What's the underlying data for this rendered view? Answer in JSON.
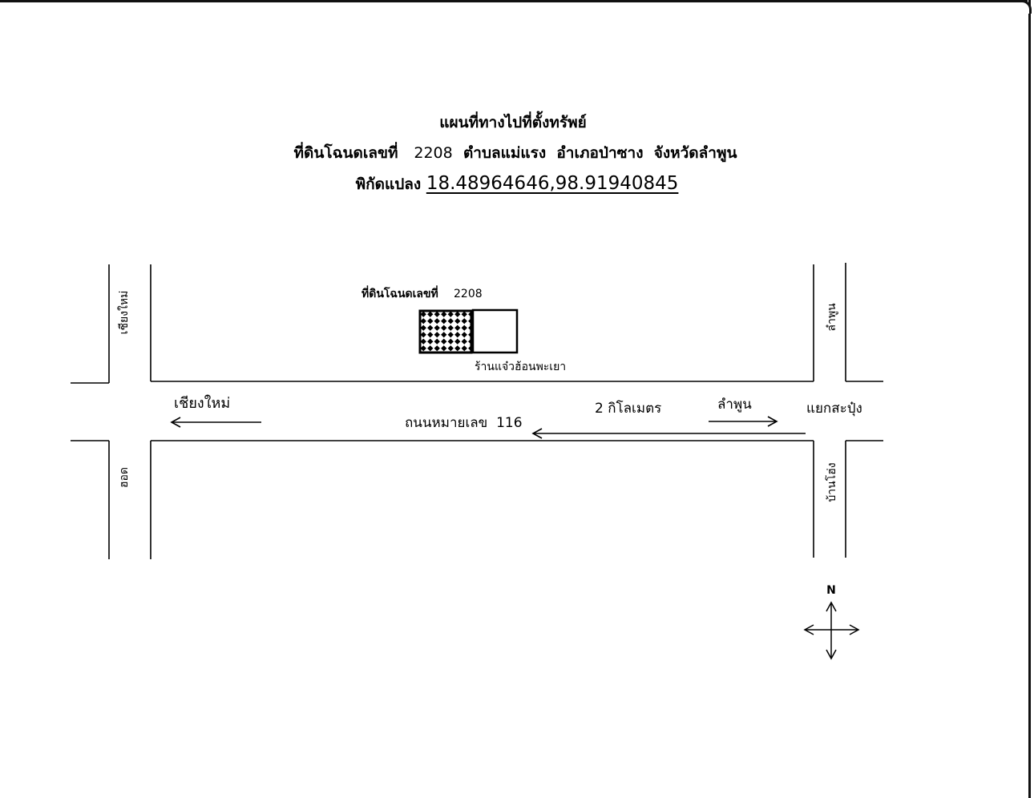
{
  "title": {
    "line1": "แผนที่ทางไปที่ตั้งทรัพย์",
    "line2_prefix": "ที่ดินโฉนดเลขที่",
    "line2_deed_number": "2208",
    "line2_location": "ตำบลแม่แรง  อำเภอป่าซาง  จังหวัดลำพูน",
    "line3_prefix": "พิกัดแปลง",
    "line3_coordinates": "18.48964646,98.91940845"
  },
  "map": {
    "plot_label": "ที่ดินโฉนดเลขที่",
    "plot_number": "2208",
    "shop_label": "ร้านแจ๋วฮ้อนพะเยา",
    "road_west_top": "เชียงใหม่",
    "road_west_bottom": "ฮอด",
    "road_east_top": "ลำพูน",
    "road_east_bottom": "บ้านโฮ่ง",
    "direction_left": "เชียงใหม่",
    "road_name": "ถนนหมายเลข  116",
    "distance": "2 กิโลเมตร",
    "direction_right": "ลำพูน",
    "intersection": "แยกสะปุ๋ง",
    "compass_north": "N"
  }
}
